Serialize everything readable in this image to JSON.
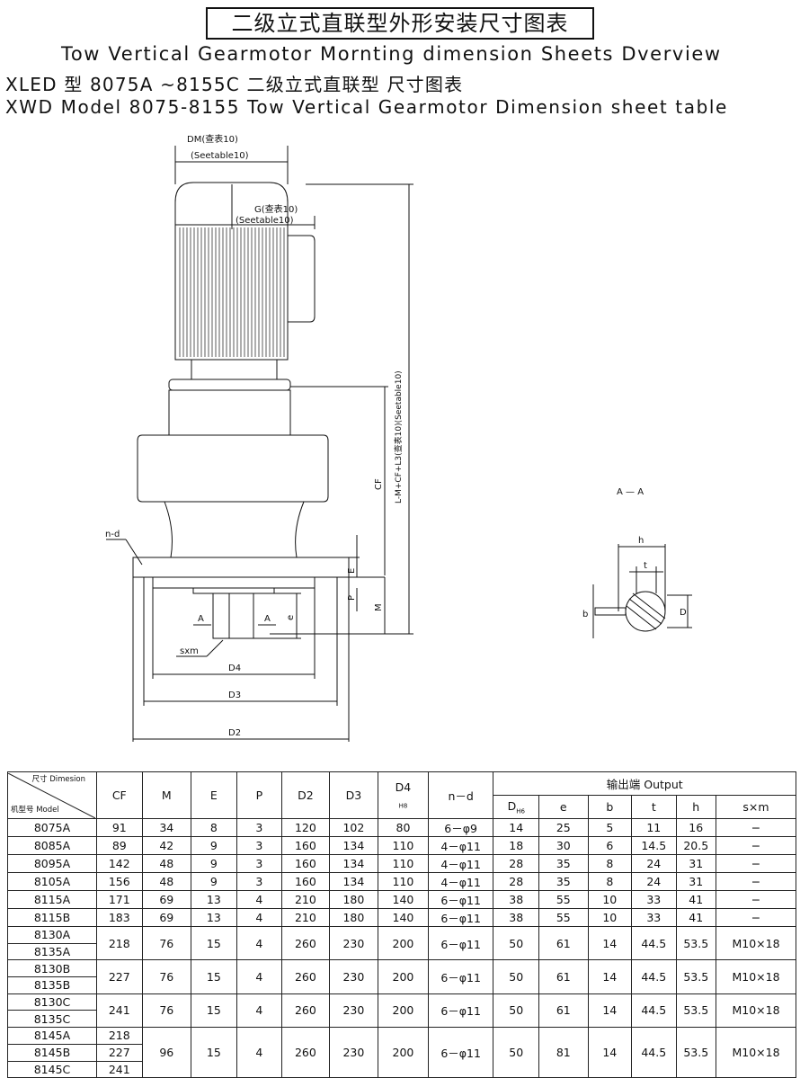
{
  "header": {
    "title_box": "二级立式直联型外形安装尺寸图表",
    "line1": "Tow Vertical Gearmotor Mornting dimension Sheets Dverview",
    "line2": "XLED 型 8075A ~8155C 二级立式直联型   尺寸图表",
    "line3": "XWD Model 8075-8155 Tow Vertical Gearmotor Dimension sheet table"
  },
  "drawing": {
    "dm_cn": "DM(查表10)",
    "dm_en": "(Seetable10)",
    "g_cn": "G(查表10)",
    "g_en": "(Seetable10)",
    "l_label": "L-M+CF+L3(查表10)(Seetable10)",
    "cf": "CF",
    "nd": "n-d",
    "e": "E",
    "p": "P",
    "m": "M",
    "e_small": "e",
    "a_left": "A",
    "a_right": "A",
    "sxm": "sxm",
    "d4": "D4",
    "d3": "D3",
    "d2": "D2",
    "section_title": "A — A",
    "h": "h",
    "t": "t",
    "b": "b",
    "d": "D"
  },
  "table": {
    "corner_top": "尺寸 Dimesion",
    "corner_bottom": "机型号 Model",
    "headers": [
      "CF",
      "M",
      "E",
      "P",
      "D2",
      "D3",
      "D4",
      "n－d"
    ],
    "d4_sub": "H8",
    "output_group": "输出端 Output",
    "output_headers": [
      "D",
      "e",
      "b",
      "t",
      "h",
      "s×m"
    ],
    "dh_sub": "H6",
    "single_rows": [
      {
        "model": "8075A",
        "cf": "91",
        "m": "34",
        "e": "8",
        "p": "3",
        "d2": "120",
        "d3": "102",
        "d4": "80",
        "nd": "6－φ9",
        "dh": "14",
        "oe": "25",
        "b": "5",
        "t": "11",
        "h": "16",
        "sxm": "−"
      },
      {
        "model": "8085A",
        "cf": "89",
        "m": "42",
        "e": "9",
        "p": "3",
        "d2": "160",
        "d3": "134",
        "d4": "110",
        "nd": "4－φ11",
        "dh": "18",
        "oe": "30",
        "b": "6",
        "t": "14.5",
        "h": "20.5",
        "sxm": "−"
      },
      {
        "model": "8095A",
        "cf": "142",
        "m": "48",
        "e": "9",
        "p": "3",
        "d2": "160",
        "d3": "134",
        "d4": "110",
        "nd": "4－φ11",
        "dh": "28",
        "oe": "35",
        "b": "8",
        "t": "24",
        "h": "31",
        "sxm": "−"
      },
      {
        "model": "8105A",
        "cf": "156",
        "m": "48",
        "e": "9",
        "p": "3",
        "d2": "160",
        "d3": "134",
        "d4": "110",
        "nd": "4－φ11",
        "dh": "28",
        "oe": "35",
        "b": "8",
        "t": "24",
        "h": "31",
        "sxm": "−"
      },
      {
        "model": "8115A",
        "cf": "171",
        "m": "69",
        "e": "13",
        "p": "4",
        "d2": "210",
        "d3": "180",
        "d4": "140",
        "nd": "6－φ11",
        "dh": "38",
        "oe": "55",
        "b": "10",
        "t": "33",
        "h": "41",
        "sxm": "−"
      },
      {
        "model": "8115B",
        "cf": "183",
        "m": "69",
        "e": "13",
        "p": "4",
        "d2": "210",
        "d3": "180",
        "d4": "140",
        "nd": "6－φ11",
        "dh": "38",
        "oe": "55",
        "b": "10",
        "t": "33",
        "h": "41",
        "sxm": "−"
      }
    ],
    "pair_rows": [
      {
        "models": [
          "8130A",
          "8135A"
        ],
        "cf": "218",
        "m": "76",
        "e": "15",
        "p": "4",
        "d2": "260",
        "d3": "230",
        "d4": "200",
        "nd": "6－φ11",
        "dh": "50",
        "oe": "61",
        "b": "14",
        "t": "44.5",
        "h": "53.5",
        "sxm": "M10×18"
      },
      {
        "models": [
          "8130B",
          "8135B"
        ],
        "cf": "227",
        "m": "76",
        "e": "15",
        "p": "4",
        "d2": "260",
        "d3": "230",
        "d4": "200",
        "nd": "6－φ11",
        "dh": "50",
        "oe": "61",
        "b": "14",
        "t": "44.5",
        "h": "53.5",
        "sxm": "M10×18"
      },
      {
        "models": [
          "8130C",
          "8135C"
        ],
        "cf": "241",
        "m": "76",
        "e": "15",
        "p": "4",
        "d2": "260",
        "d3": "230",
        "d4": "200",
        "nd": "6－φ11",
        "dh": "50",
        "oe": "61",
        "b": "14",
        "t": "44.5",
        "h": "53.5",
        "sxm": "M10×18"
      }
    ],
    "triple_row": {
      "models": [
        "8145A",
        "8145B",
        "8145C"
      ],
      "cfs": [
        "218",
        "227",
        "241"
      ],
      "m": "96",
      "e": "15",
      "p": "4",
      "d2": "260",
      "d3": "230",
      "d4": "200",
      "nd": "6－φ11",
      "dh": "50",
      "oe": "81",
      "b": "14",
      "t": "44.5",
      "h": "53.5",
      "sxm": "M10×18"
    }
  }
}
